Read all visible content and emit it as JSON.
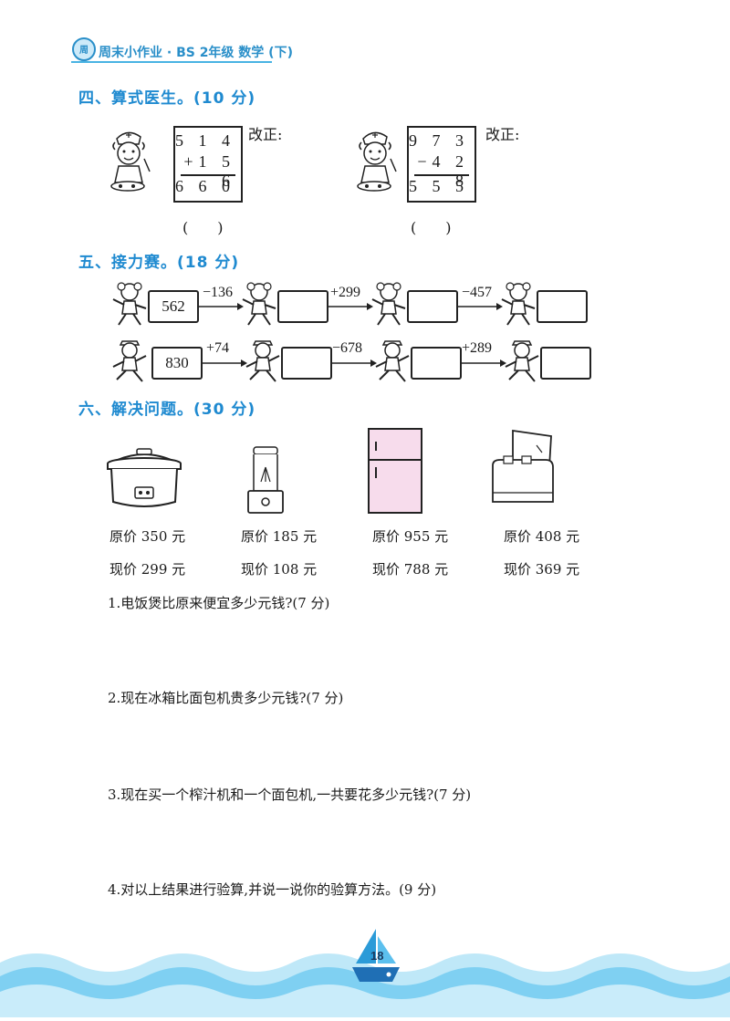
{
  "header": {
    "title": "周末小作业 · BS 2年级 数学 (下)"
  },
  "section4": {
    "title": "四、算式医生。(10 分)",
    "problems": [
      {
        "rows": [
          "5 1 4",
          "+1 5 6",
          "6 6 0"
        ],
        "fix_label": "改正:",
        "answer": "(　　)"
      },
      {
        "rows": [
          "9 7 3",
          "−4 2 8",
          "5 5 5"
        ],
        "fix_label": "改正:",
        "answer": "(　　)"
      }
    ]
  },
  "section5": {
    "title": "五、接力赛。(18 分)",
    "chain1": {
      "start": "562",
      "ops": [
        "−136",
        "+299",
        "−457"
      ]
    },
    "chain2": {
      "start": "830",
      "ops": [
        "+74",
        "−678",
        "+289"
      ]
    }
  },
  "section6": {
    "title": "六、解决问题。(30 分)",
    "items": [
      {
        "name": "rice-cooker",
        "original": "原价 350 元",
        "now": "现价 299 元"
      },
      {
        "name": "juicer",
        "original": "原价 185 元",
        "now": "现价 108 元"
      },
      {
        "name": "fridge",
        "original": "原价 955 元",
        "now": "现价 788 元"
      },
      {
        "name": "toaster",
        "original": "原价 408 元",
        "now": "现价 369 元"
      }
    ],
    "questions": [
      "1.电饭煲比原来便宜多少元钱?(7 分)",
      "2.现在冰箱比面包机贵多少元钱?(7 分)",
      "3.现在买一个榨汁机和一个面包机,一共要花多少元钱?(7 分)",
      "4.对以上结果进行验算,并说一说你的验算方法。(9 分)"
    ]
  },
  "footer": {
    "page": "18"
  },
  "colors": {
    "accent": "#1f8ad0",
    "wave": "#7fd0f2"
  }
}
